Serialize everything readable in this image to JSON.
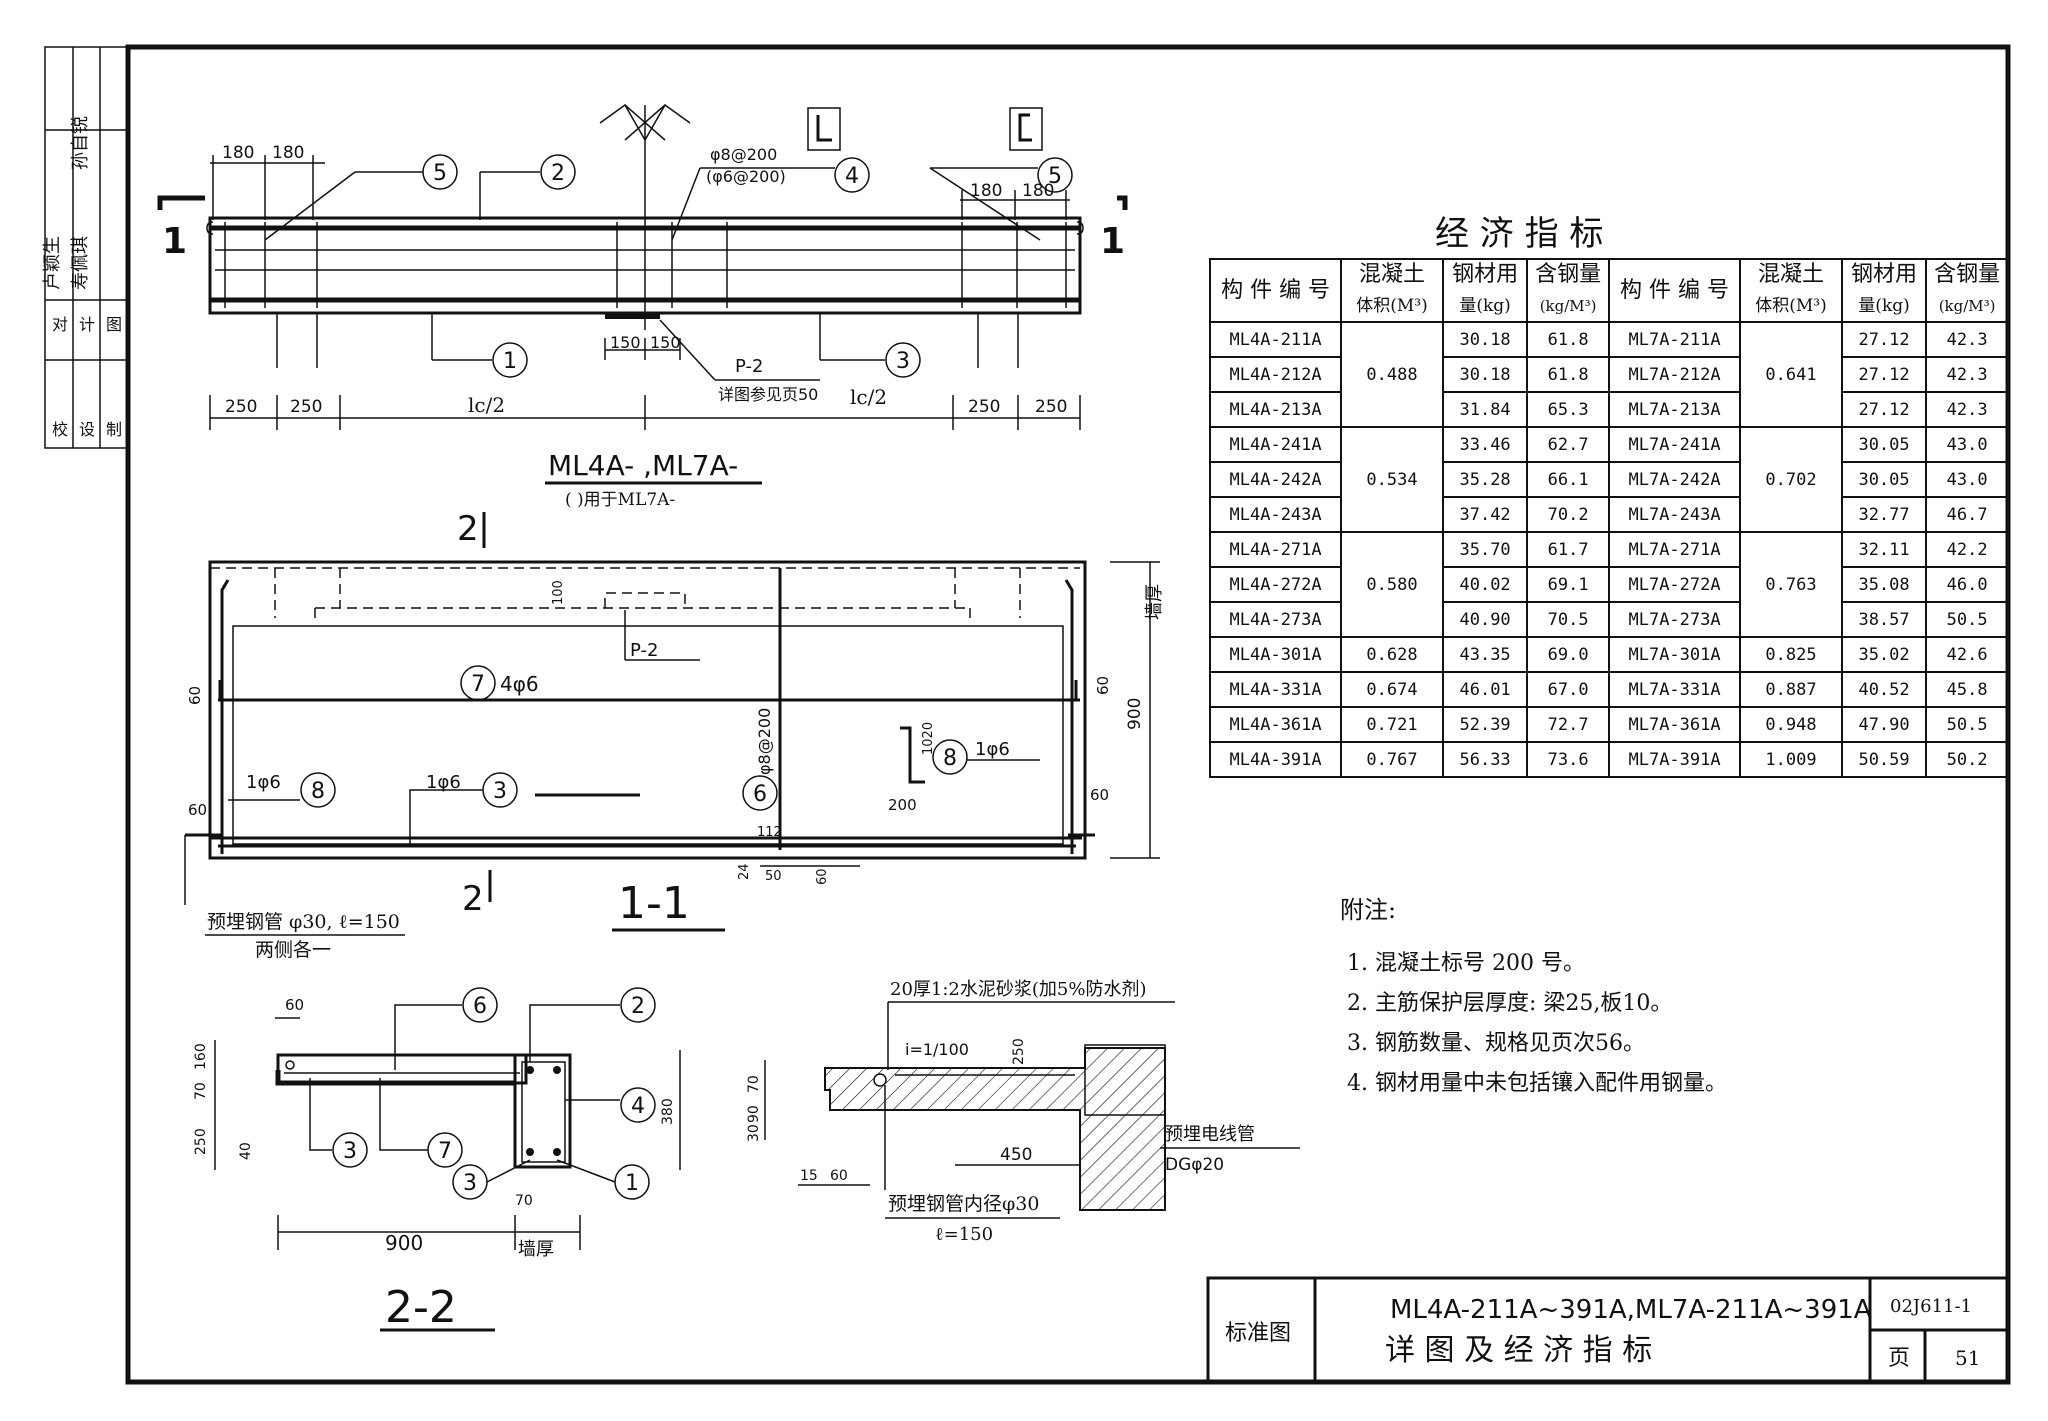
{
  "sidebar": {
    "labels": [
      "校",
      "对",
      "设",
      "计",
      "制",
      "图"
    ],
    "signatures": [
      "卢颖生",
      "寿佩琪",
      "孙自锐"
    ]
  },
  "elevation": {
    "section_mark_left": "1",
    "section_mark_right": "1",
    "dims_top_left": [
      "180",
      "180"
    ],
    "dims_top_right": [
      "180",
      "180"
    ],
    "rebar_note_line1": "φ8@200",
    "rebar_note_line2": "(φ6@200)",
    "callouts": [
      "5",
      "2",
      "4",
      "5",
      "1",
      "3"
    ],
    "p2_label": "P-2",
    "p2_ref": "详图参见页50",
    "dims_mid": [
      "150",
      "150"
    ],
    "dims_bottom": [
      "250",
      "250",
      "lc/2",
      "lc/2",
      "250",
      "250"
    ],
    "title": "ML4A- ,ML7A-",
    "subtitle": "(    )用于ML7A-"
  },
  "section_1_1": {
    "mark_top": "2",
    "mark_bottom": "2",
    "p2_label": "P-2",
    "dim_100": "100",
    "wall_label": "墙厚",
    "rebar7": "4φ6",
    "rebar7_no": "7",
    "rebar8_left": "1φ6",
    "rebar8_no": "8",
    "rebar3": "1φ6",
    "rebar3_no": "3",
    "rebar6": "φ8@200",
    "rebar6_no": "6",
    "rebar8_right": "1φ6",
    "rebar8_right_no": "8",
    "dim_1020": "1020",
    "dim_200": "200",
    "dim_60_left": "60",
    "dim_60_right": "60",
    "dim_60_top_left": "60",
    "dim_60_top_right": "60",
    "dim_900": "900",
    "dim_112": "112",
    "dim_24": "24",
    "dim_50": "50",
    "dim_60_bottom": "60",
    "pipe_note": "预埋钢管 φ30, ℓ=150",
    "pipe_note2": "两侧各一",
    "title": "1-1"
  },
  "section_2_2": {
    "dim_60": "60",
    "dims_left": [
      "160",
      "70",
      "250",
      "40"
    ],
    "dim_380": "380",
    "callouts": [
      "6",
      "2",
      "4",
      "3",
      "7",
      "3",
      "1"
    ],
    "dim_70": "70",
    "dim_900": "900",
    "wall_label": "墙厚",
    "title": "2-2"
  },
  "detail": {
    "mortar_note": "20厚1:2水泥砂浆(加5%防水剂)",
    "slope": "i=1/100",
    "dim_250": "250",
    "dims_left": [
      "70",
      "90",
      "30"
    ],
    "dims_bottom": [
      "15",
      "60"
    ],
    "dim_450": "450",
    "conduit": "预埋电线管",
    "conduit_spec": "DGφ20",
    "pipe_note": "预埋钢管内径φ30",
    "pipe_len": "ℓ=150"
  },
  "econ": {
    "title": "经  济  指  标",
    "headers": {
      "member_no": "构 件 编 号",
      "concrete_vol_1": "混凝土",
      "concrete_vol_2": "体积(M³)",
      "steel_1": "钢材用",
      "steel_2": "量(kg)",
      "ratio_1": "含钢量",
      "ratio_2": "(kg/M³)"
    },
    "rows_left": [
      [
        "ML4A-211A",
        "0.488",
        "30.18",
        "61.8"
      ],
      [
        "ML4A-212A",
        "",
        "30.18",
        "61.8"
      ],
      [
        "ML4A-213A",
        "",
        "31.84",
        "65.3"
      ],
      [
        "ML4A-241A",
        "0.534",
        "33.46",
        "62.7"
      ],
      [
        "ML4A-242A",
        "",
        "35.28",
        "66.1"
      ],
      [
        "ML4A-243A",
        "",
        "37.42",
        "70.2"
      ],
      [
        "ML4A-271A",
        "0.580",
        "35.70",
        "61.7"
      ],
      [
        "ML4A-272A",
        "",
        "40.02",
        "69.1"
      ],
      [
        "ML4A-273A",
        "",
        "40.90",
        "70.5"
      ],
      [
        "ML4A-301A",
        "0.628",
        "43.35",
        "69.0"
      ],
      [
        "ML4A-331A",
        "0.674",
        "46.01",
        "67.0"
      ],
      [
        "ML4A-361A",
        "0.721",
        "52.39",
        "72.7"
      ],
      [
        "ML4A-391A",
        "0.767",
        "56.33",
        "73.6"
      ]
    ],
    "rows_right": [
      [
        "ML7A-211A",
        "0.641",
        "27.12",
        "42.3"
      ],
      [
        "ML7A-212A",
        "",
        "27.12",
        "42.3"
      ],
      [
        "ML7A-213A",
        "",
        "27.12",
        "42.3"
      ],
      [
        "ML7A-241A",
        "0.702",
        "30.05",
        "43.0"
      ],
      [
        "ML7A-242A",
        "",
        "30.05",
        "43.0"
      ],
      [
        "ML7A-243A",
        "",
        "32.77",
        "46.7"
      ],
      [
        "ML7A-271A",
        "0.763",
        "32.11",
        "42.2"
      ],
      [
        "ML7A-272A",
        "",
        "35.08",
        "46.0"
      ],
      [
        "ML7A-273A",
        "",
        "38.57",
        "50.5"
      ],
      [
        "ML7A-301A",
        "0.825",
        "35.02",
        "42.6"
      ],
      [
        "ML7A-331A",
        "0.887",
        "40.52",
        "45.8"
      ],
      [
        "ML7A-361A",
        "0.948",
        "47.90",
        "50.5"
      ],
      [
        "ML7A-391A",
        "1.009",
        "50.59",
        "50.2"
      ]
    ]
  },
  "notes": {
    "heading": "附注:",
    "items": [
      "1.  混凝土标号 200 号。",
      "2.  主筋保护层厚度: 梁25,板10。",
      "3.  钢筋数量、规格见页次56。",
      "4.  钢材用量中未包括镶入配件用钢量。"
    ]
  },
  "title_block": {
    "label": "标准图",
    "title_line1": "ML4A-211A~391A,ML7A-211A~391A",
    "title_line2": "详 图 及 经 济 指 标",
    "atlas_no": "02J611-1",
    "page_label": "页",
    "page_no": "51"
  }
}
